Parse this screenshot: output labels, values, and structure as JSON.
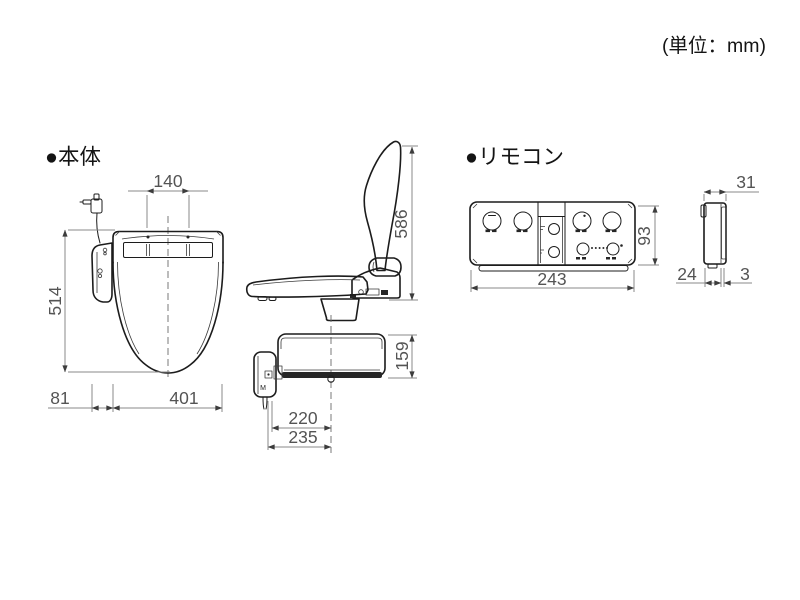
{
  "unit_note": "(単位：mm)",
  "sections": {
    "body": {
      "label": "●本体"
    },
    "remote": {
      "label": "●リモコン"
    }
  },
  "dimensions": {
    "body_top_view": {
      "hinge_pitch_width": "140",
      "total_depth": "514",
      "side_unit_offset": "81",
      "body_width": "401"
    },
    "body_side_view": {
      "lid_open_height": "586"
    },
    "body_rear_view": {
      "rear_height": "159",
      "center_to_side_unit": "220",
      "center_to_side_unit_outer": "235",
      "marking": "M"
    },
    "remote_front_view": {
      "width": "243",
      "height": "93"
    },
    "remote_side_view": {
      "total_depth": "31",
      "body_depth": "24",
      "plate_depth": "3"
    }
  }
}
